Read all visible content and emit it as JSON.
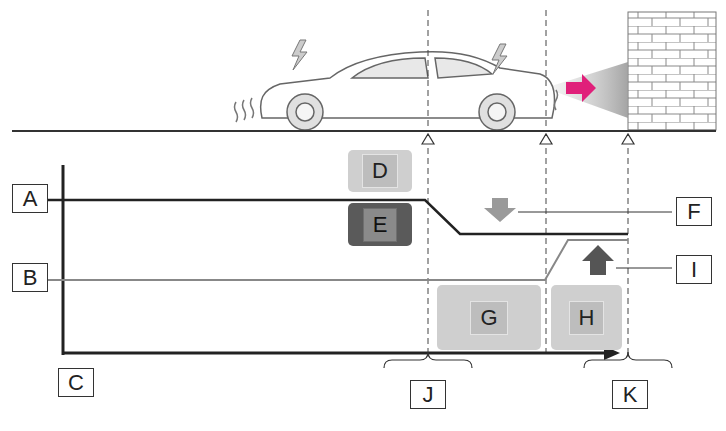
{
  "diagram": {
    "nodes": [
      {
        "text": [
          "A"
        ]
      },
      {
        "text": [
          "D"
        ]
      },
      {
        "text": [
          "E"
        ]
      },
      {
        "text": [
          "F"
        ]
      },
      {
        "text": [
          "I"
        ]
      },
      {
        "text": [
          "B"
        ]
      },
      {
        "text": [
          "G"
        ]
      },
      {
        "text": [
          "H"
        ]
      },
      {
        "text": [
          "C"
        ]
      },
      {
        "text": [
          "J"
        ]
      },
      {
        "text": [
          "K"
        ]
      }
    ]
  }
}
